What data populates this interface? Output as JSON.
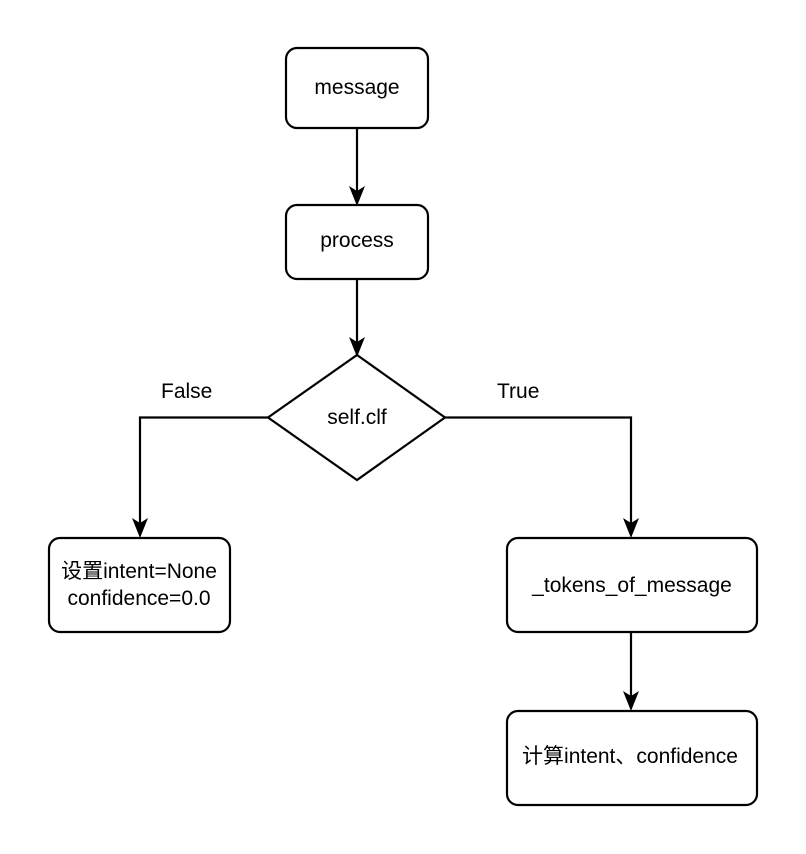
{
  "diagram": {
    "type": "flowchart",
    "orientation": "top-down",
    "background_color": "#ffffff",
    "stroke_color": "#000000",
    "text_color": "#000000",
    "nodes": [
      {
        "id": "message",
        "shape": "rounded-rectangle",
        "label": "message"
      },
      {
        "id": "process",
        "shape": "rounded-rectangle",
        "label": "process"
      },
      {
        "id": "self_clf",
        "shape": "diamond",
        "label": "self.clf"
      },
      {
        "id": "set_intent_none",
        "shape": "rounded-rectangle",
        "label_line1": "设置intent=None",
        "label_line2": "confidence=0.0"
      },
      {
        "id": "tokens_of_message",
        "shape": "rounded-rectangle",
        "label": "_tokens_of_message"
      },
      {
        "id": "compute_intent_confidence",
        "shape": "rounded-rectangle",
        "label": "计算intent、confidence"
      }
    ],
    "edges": [
      {
        "id": "message-to-process",
        "from": "message",
        "to": "process",
        "label": ""
      },
      {
        "id": "process-to-self-clf",
        "from": "process",
        "to": "self_clf",
        "label": ""
      },
      {
        "id": "self-clf-false",
        "from": "self_clf",
        "to": "set_intent_none",
        "label": "False"
      },
      {
        "id": "self-clf-true",
        "from": "self_clf",
        "to": "tokens_of_message",
        "label": "True"
      },
      {
        "id": "tokens-to-compute",
        "from": "tokens_of_message",
        "to": "compute_intent_confidence",
        "label": ""
      }
    ]
  }
}
